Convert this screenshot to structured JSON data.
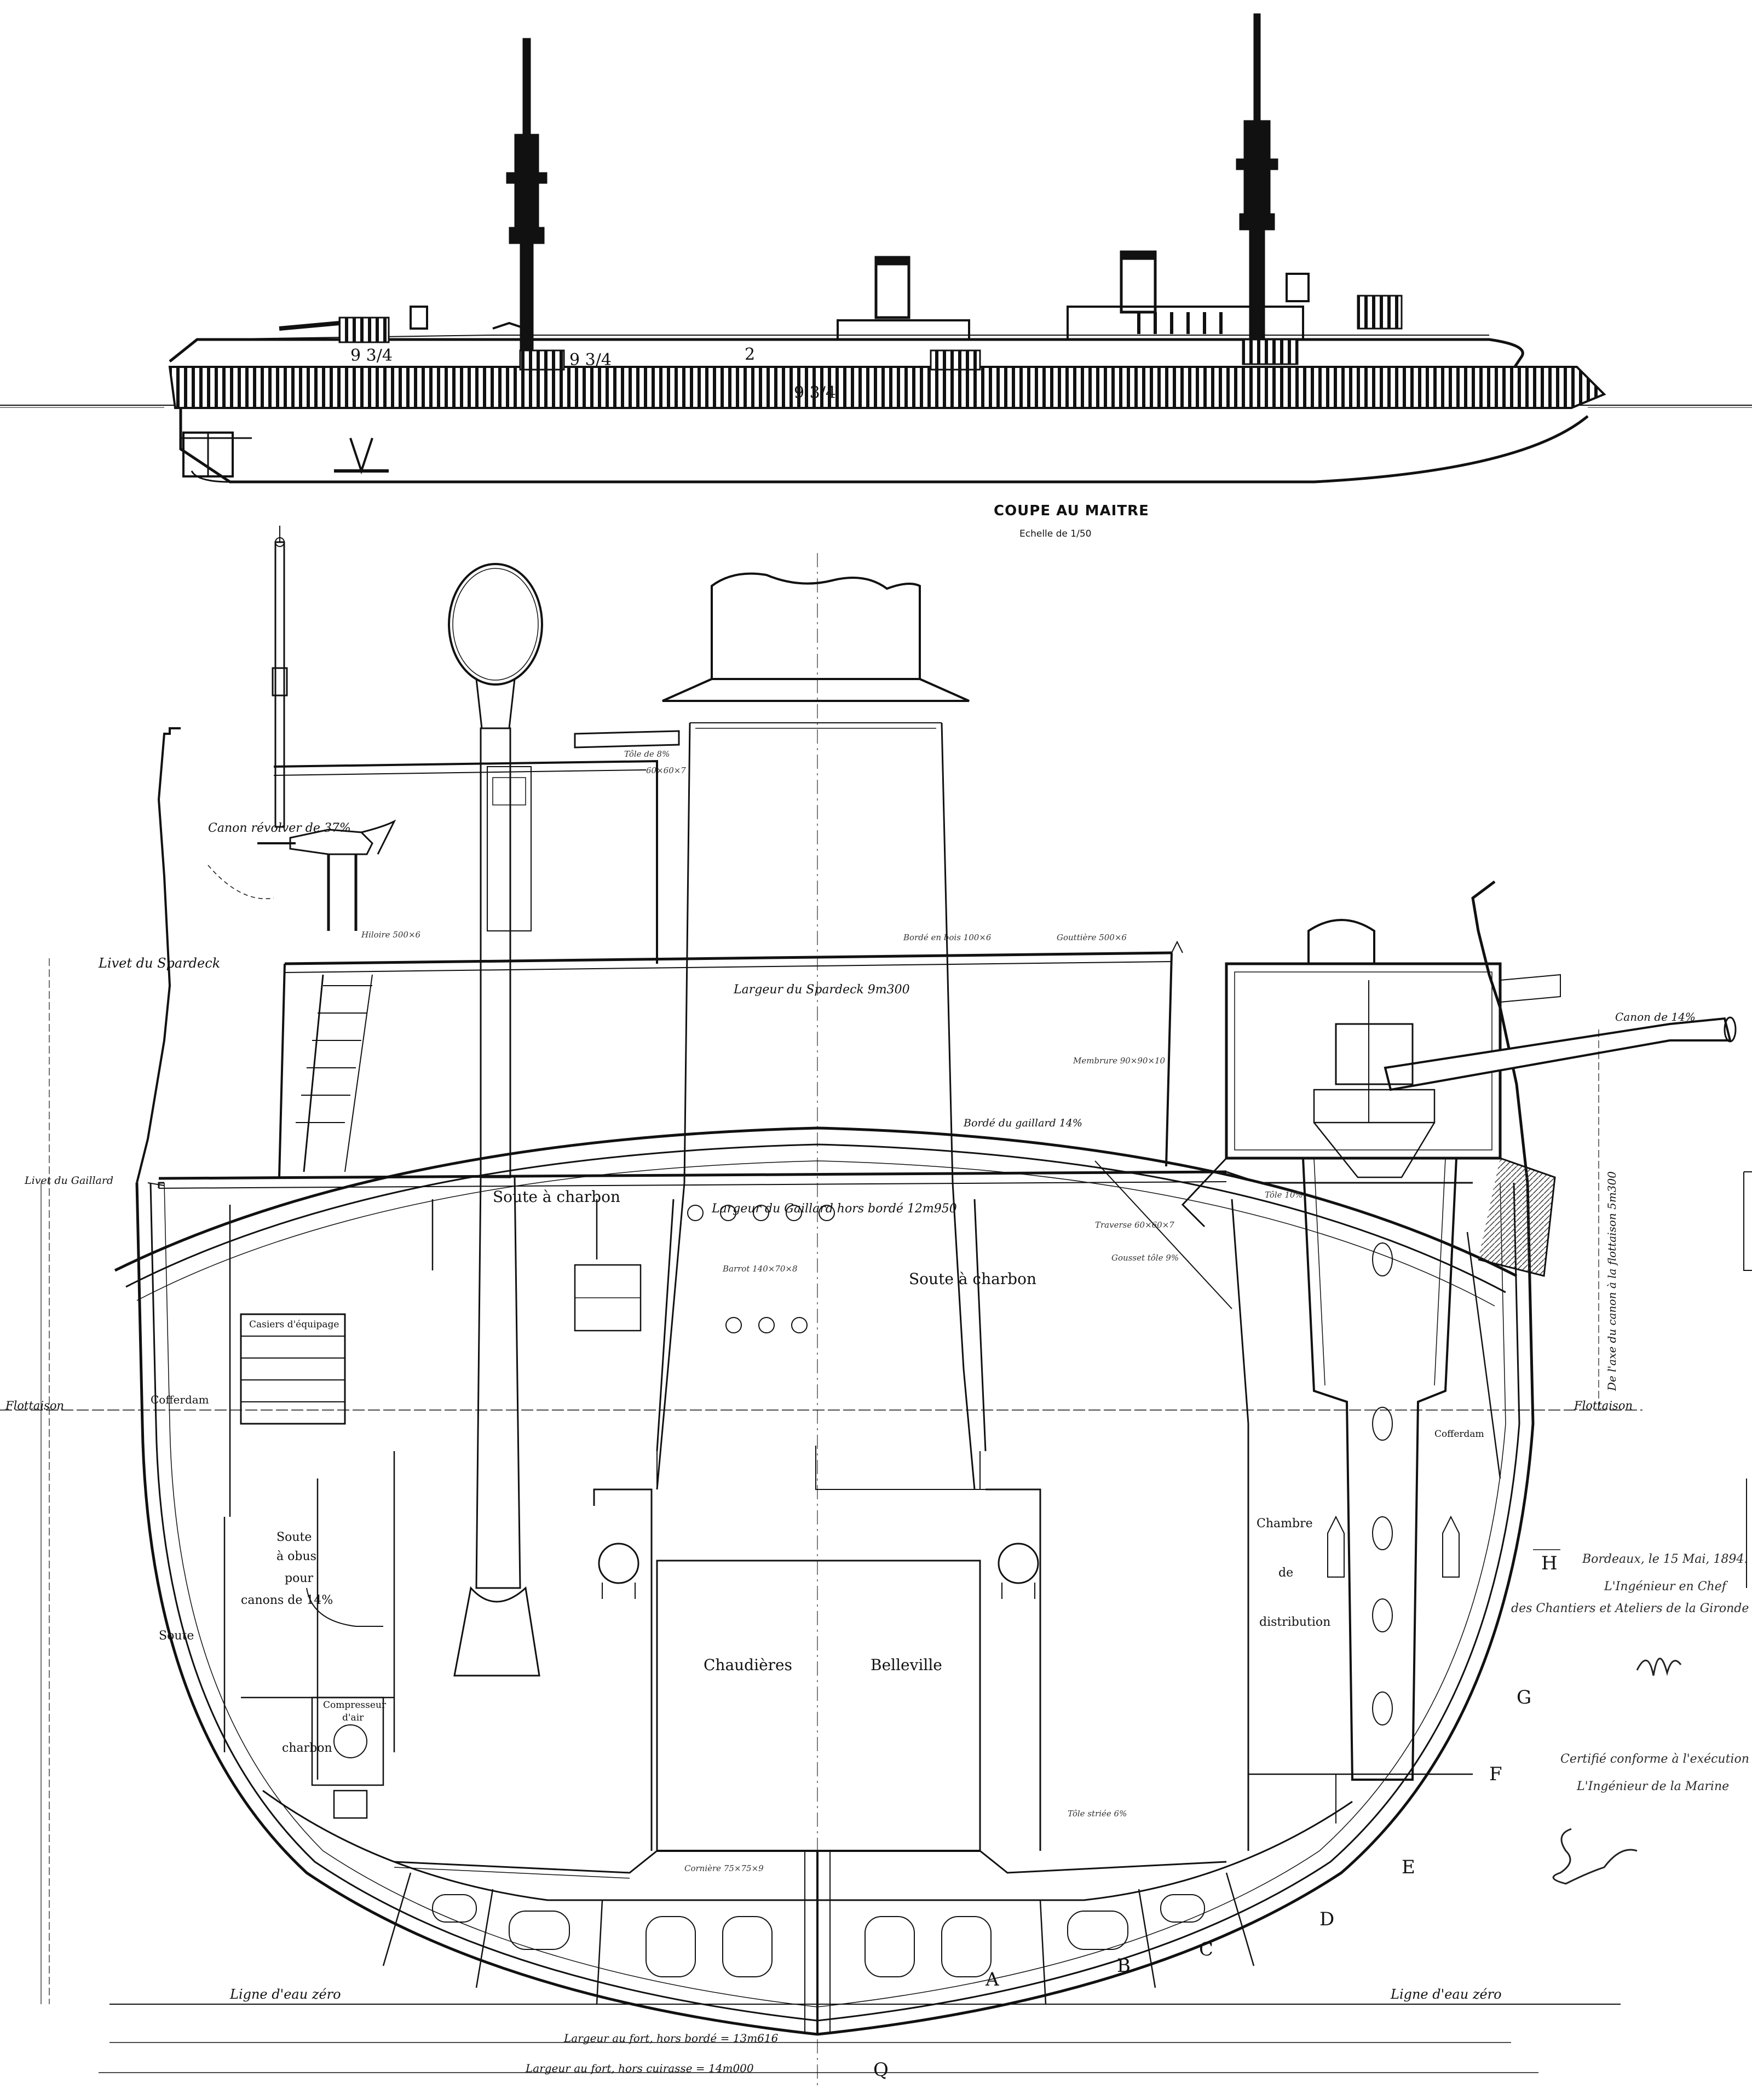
{
  "profile": {
    "gun_labels": [
      "9 3/4",
      "9 3/4",
      "2",
      "9 3/4"
    ]
  },
  "section": {
    "title": "COUPE AU MAITRE",
    "scale": "Echelle de 1/50"
  },
  "labels": {
    "canon_revolver": "Canon révolver de 37%",
    "livet_spardeck": "Livet du Spardeck",
    "livet_gaillard": "Livet du Gaillard",
    "largeur_spardeck": "Largeur du Spardeck 9m300",
    "largeur_gaillard": "Largeur du Gaillard hors bordé 12m950",
    "flottaison_left": "Flottaison",
    "flottaison_right": "Flottaison",
    "ligne_eau_left": "Ligne d'eau zéro",
    "ligne_eau_right": "Ligne d'eau zéro",
    "largeur_fort_borde": "Largeur au fort, hors bordé = 13m616",
    "largeur_fort_cuirasse": "Largeur au fort, hors cuirasse = 14m000",
    "canon_14": "Canon de 14%",
    "axe_canon": "De l'axe du canon à la flottaison 5m300",
    "bordé_gaillard": "Bordé du gaillard 14%"
  },
  "rooms": {
    "soute_charbon_1": "Soute à charbon",
    "soute_charbon_2": "Soute à charbon",
    "casiers": "Casiers d'équipage",
    "cofferdam_left": "Cofferdam",
    "cofferdam_right": "Cofferdam",
    "soute_obus": [
      "Soute",
      "à obus",
      "pour",
      "canons de 14%"
    ],
    "soute_left": "Soute",
    "charbon_left": "charbon",
    "compresseur": [
      "Compresseur",
      "d'air"
    ],
    "chaudieres": "Chaudières",
    "belleville": "Belleville",
    "chambre": [
      "Chambre",
      "de",
      "distribution"
    ]
  },
  "frame_letters": [
    "A",
    "B",
    "C",
    "D",
    "E",
    "F",
    "G",
    "H",
    "Q"
  ],
  "dim_notes": [
    "Tôle de 8%",
    "60×60×7",
    "Bordé en bois 100×6",
    "Gouttière 500×6",
    "Membrure 90×90×10",
    "Traverse 60×60×7",
    "Tôle striée 6%",
    "Cornière 75×75×9",
    "Hiloire 500×6",
    "Tôle 10%",
    "Barrot 140×70×8",
    "Gousset tôle 9%"
  ],
  "certification": {
    "place_date": "Bordeaux, le 15 Mai, 1894.",
    "engineer_title": "L'Ingénieur en Chef",
    "company": "des Chantiers et Ateliers de la Gironde",
    "certified": "Certifié conforme à l'exécution",
    "navy_engineer": "L'Ingénieur de la Marine"
  },
  "colors": {
    "ink": "#111111",
    "paper": "#ffffff",
    "fine": "#555555"
  }
}
